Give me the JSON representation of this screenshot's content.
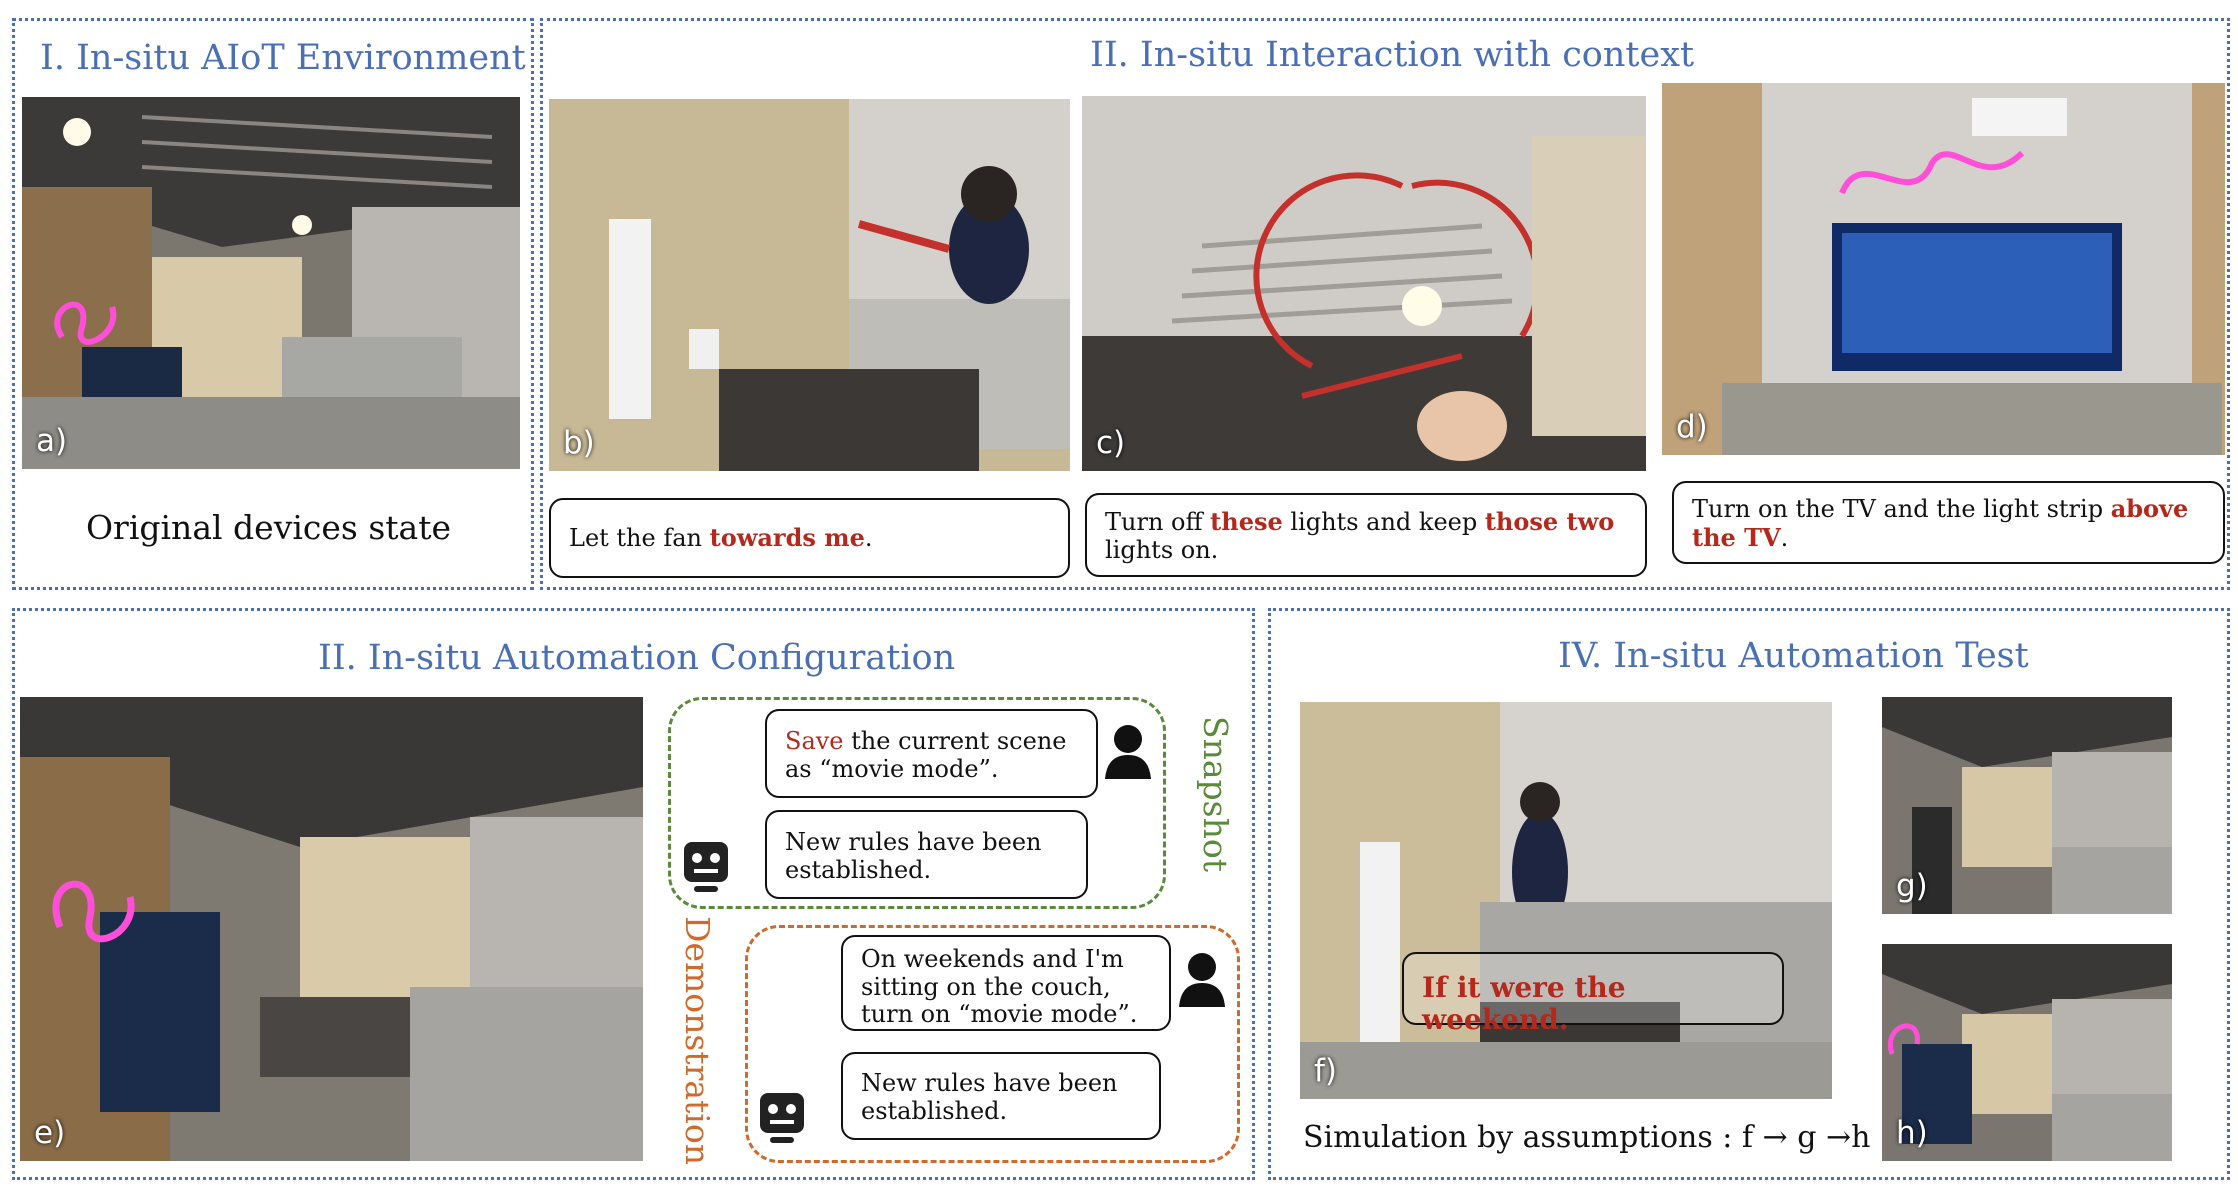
{
  "panels": {
    "env": {
      "title": "I. In-situ AIoT Environment",
      "caption": "Original devices state"
    },
    "interaction": {
      "title": "II. In-situ Interaction with context"
    },
    "config": {
      "title": "II. In-situ Automation Configuration"
    },
    "test": {
      "title": "IV. In-situ Automation Test",
      "caption": "Simulation by assumptions : f → g →h"
    }
  },
  "photo_labels": {
    "a": "a)",
    "b": "b)",
    "c": "c)",
    "d": "d)",
    "e": "e)",
    "f": "f)",
    "g": "g)",
    "h": "h)"
  },
  "bubbles": {
    "b": {
      "pre": "Let the fan ",
      "hl": "towards me",
      "post": "."
    },
    "c": {
      "pre": "Turn off ",
      "hl1": "these",
      "mid": " lights and keep ",
      "hl2": "those two",
      "post": " lights on."
    },
    "d": {
      "pre": "Turn on the TV and the light strip ",
      "hl": "above the TV",
      "post": "."
    },
    "snap_user": {
      "hl": "Save",
      "post": " the current scene as “movie mode”."
    },
    "snap_bot": {
      "text": "New rules have been established."
    },
    "demo_user": {
      "text": "On weekends and I'm sitting on the couch, turn on “movie mode”."
    },
    "demo_bot": {
      "text": "New rules have been established."
    },
    "f": {
      "text": "If it were the weekend."
    }
  },
  "groups": {
    "snapshot": "Snapshot",
    "demonstration": "Demonstration"
  },
  "icons": [
    "person-icon",
    "robot-icon"
  ],
  "colors": {
    "panel_border": "#4a6fb5",
    "highlight": "#b5281c",
    "snapshot": "#5a8a3a",
    "demonstration": "#d06a2a"
  }
}
